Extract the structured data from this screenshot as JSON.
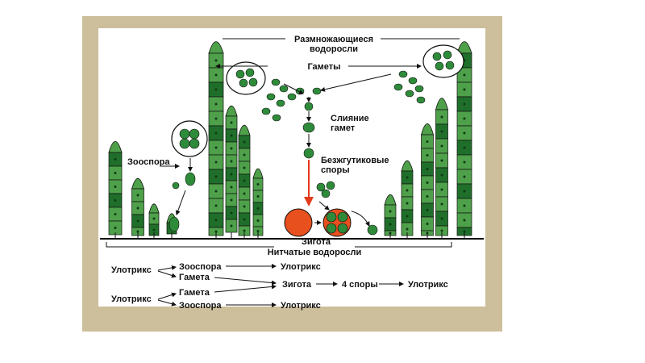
{
  "colors": {
    "frame": "#cdbf9c",
    "cell_light": "#4fa04a",
    "cell_dark": "#1f6f2a",
    "zygote": "#e8501e",
    "arrow_red": "#e23a1a",
    "outline": "#1a1a1a"
  },
  "labels": {
    "reproducing_line1": "Размножающиеся",
    "reproducing_line2": "водоросли",
    "gametes": "Гаметы",
    "fusion_line1": "Слияние",
    "fusion_line2": "гамет",
    "zoospore": "Зооспора",
    "flagellaless_line1": "Безжгутиковые",
    "flagellaless_line2": "споры",
    "zygote": "Зигота",
    "filamentous": "Нитчатые водоросли"
  },
  "scheme": {
    "ulothrix_a": "Улотрикс",
    "zoospore_a": "Зооспора",
    "ulothrix_a_result": "Улотрикс",
    "gamete_a": "Гамета",
    "zygote": "Зигота",
    "four_spores": "4 споры",
    "ulothrix_final": "Улотрикс",
    "gamete_b": "Гамета",
    "ulothrix_b": "Улотрикс",
    "zoospore_b": "Зооспора",
    "ulothrix_b_result": "Улотрикс"
  }
}
